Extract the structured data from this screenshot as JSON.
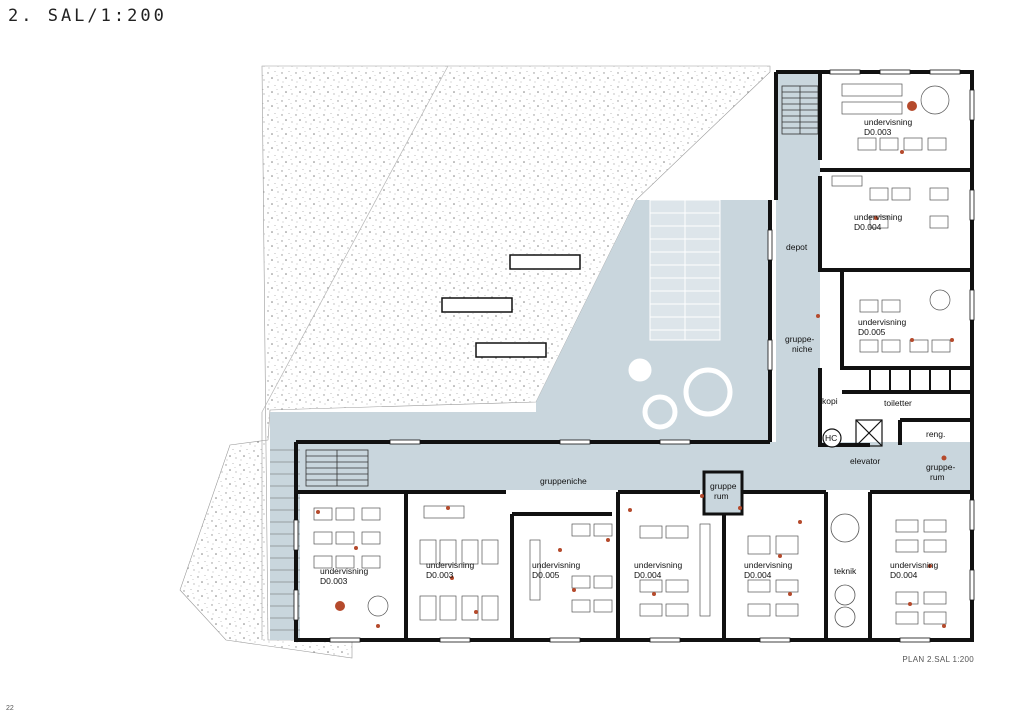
{
  "title": "2. SAL/1:200",
  "caption": "PLAN 2.SAL 1:200",
  "page_number": "22",
  "colors": {
    "circulation": "#c9d6dd",
    "wall": "#111111",
    "terrace_dots": "#9a9a9a",
    "accent_dots": "#b54a2c",
    "furniture": "#555555"
  },
  "rooms": {
    "r_d003_top": {
      "name": "undervisning",
      "code": "D0.003"
    },
    "r_d004_top": {
      "name": "undervisning",
      "code": "D0.004"
    },
    "r_d005_right": {
      "name": "undervisning",
      "code": "D0.005"
    },
    "r_depot": {
      "name": "depot"
    },
    "r_gruppeniche_v": {
      "line1": "gruppe-",
      "line2": "niche"
    },
    "r_kopi": {
      "name": "kopi"
    },
    "r_toiletter": {
      "name": "toiletter"
    },
    "r_hc": {
      "name": "HC"
    },
    "r_reng": {
      "name": "reng."
    },
    "r_elevator": {
      "name": "elevator"
    },
    "r_grupperum_right": {
      "line1": "gruppe-",
      "line2": "rum"
    },
    "r_gruppeniche_h": {
      "name": "gruppeniche"
    },
    "r_grupperum_mid": {
      "line1": "gruppe",
      "line2": "rum"
    },
    "r_b1": {
      "name": "undervisning",
      "code": "D0.003"
    },
    "r_b2": {
      "name": "undervisning",
      "code": "D0.003"
    },
    "r_b3": {
      "name": "undervisning",
      "code": "D0.005"
    },
    "r_b4": {
      "name": "undervisning",
      "code": "D0.004"
    },
    "r_b5": {
      "name": "undervisning",
      "code": "D0.004"
    },
    "r_teknik": {
      "name": "teknik"
    },
    "r_b6": {
      "name": "undervisning",
      "code": "D0.004"
    }
  }
}
